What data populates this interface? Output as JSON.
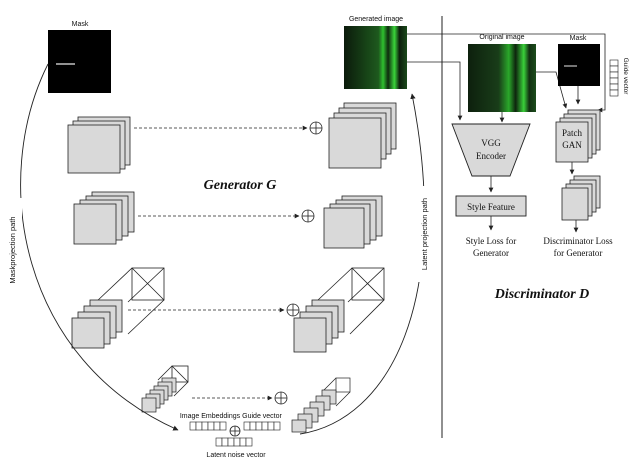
{
  "generator": {
    "title": "Generator G",
    "mask_label": "Mask",
    "generated_label": "Generated image",
    "mask_path_label": "Maskprojection path",
    "latent_path_label": "Latent projection path",
    "embeddings_label": "Image  Embeddings",
    "guide_label": "Guide vector",
    "noise_label": "Latent noise vector"
  },
  "discriminator": {
    "title": "Discriminator D",
    "original_label": "Original image",
    "mask_label": "Mask",
    "guide_label": "Guide vector",
    "vgg_line1": "VGG",
    "vgg_line2": "Encoder",
    "style_feature": "Style Feature",
    "style_loss_line1": "Style Loss for",
    "style_loss_line2": "Generator",
    "patch_line1": "Patch",
    "patch_line2": "GAN",
    "disc_loss_line1": "Discriminator Loss",
    "disc_loss_line2": "for Generator"
  },
  "colors": {
    "block_fill": "#d9d9d9",
    "line": "#222222",
    "image_bg": "#0a150a",
    "image_green": "#3ad43a"
  }
}
